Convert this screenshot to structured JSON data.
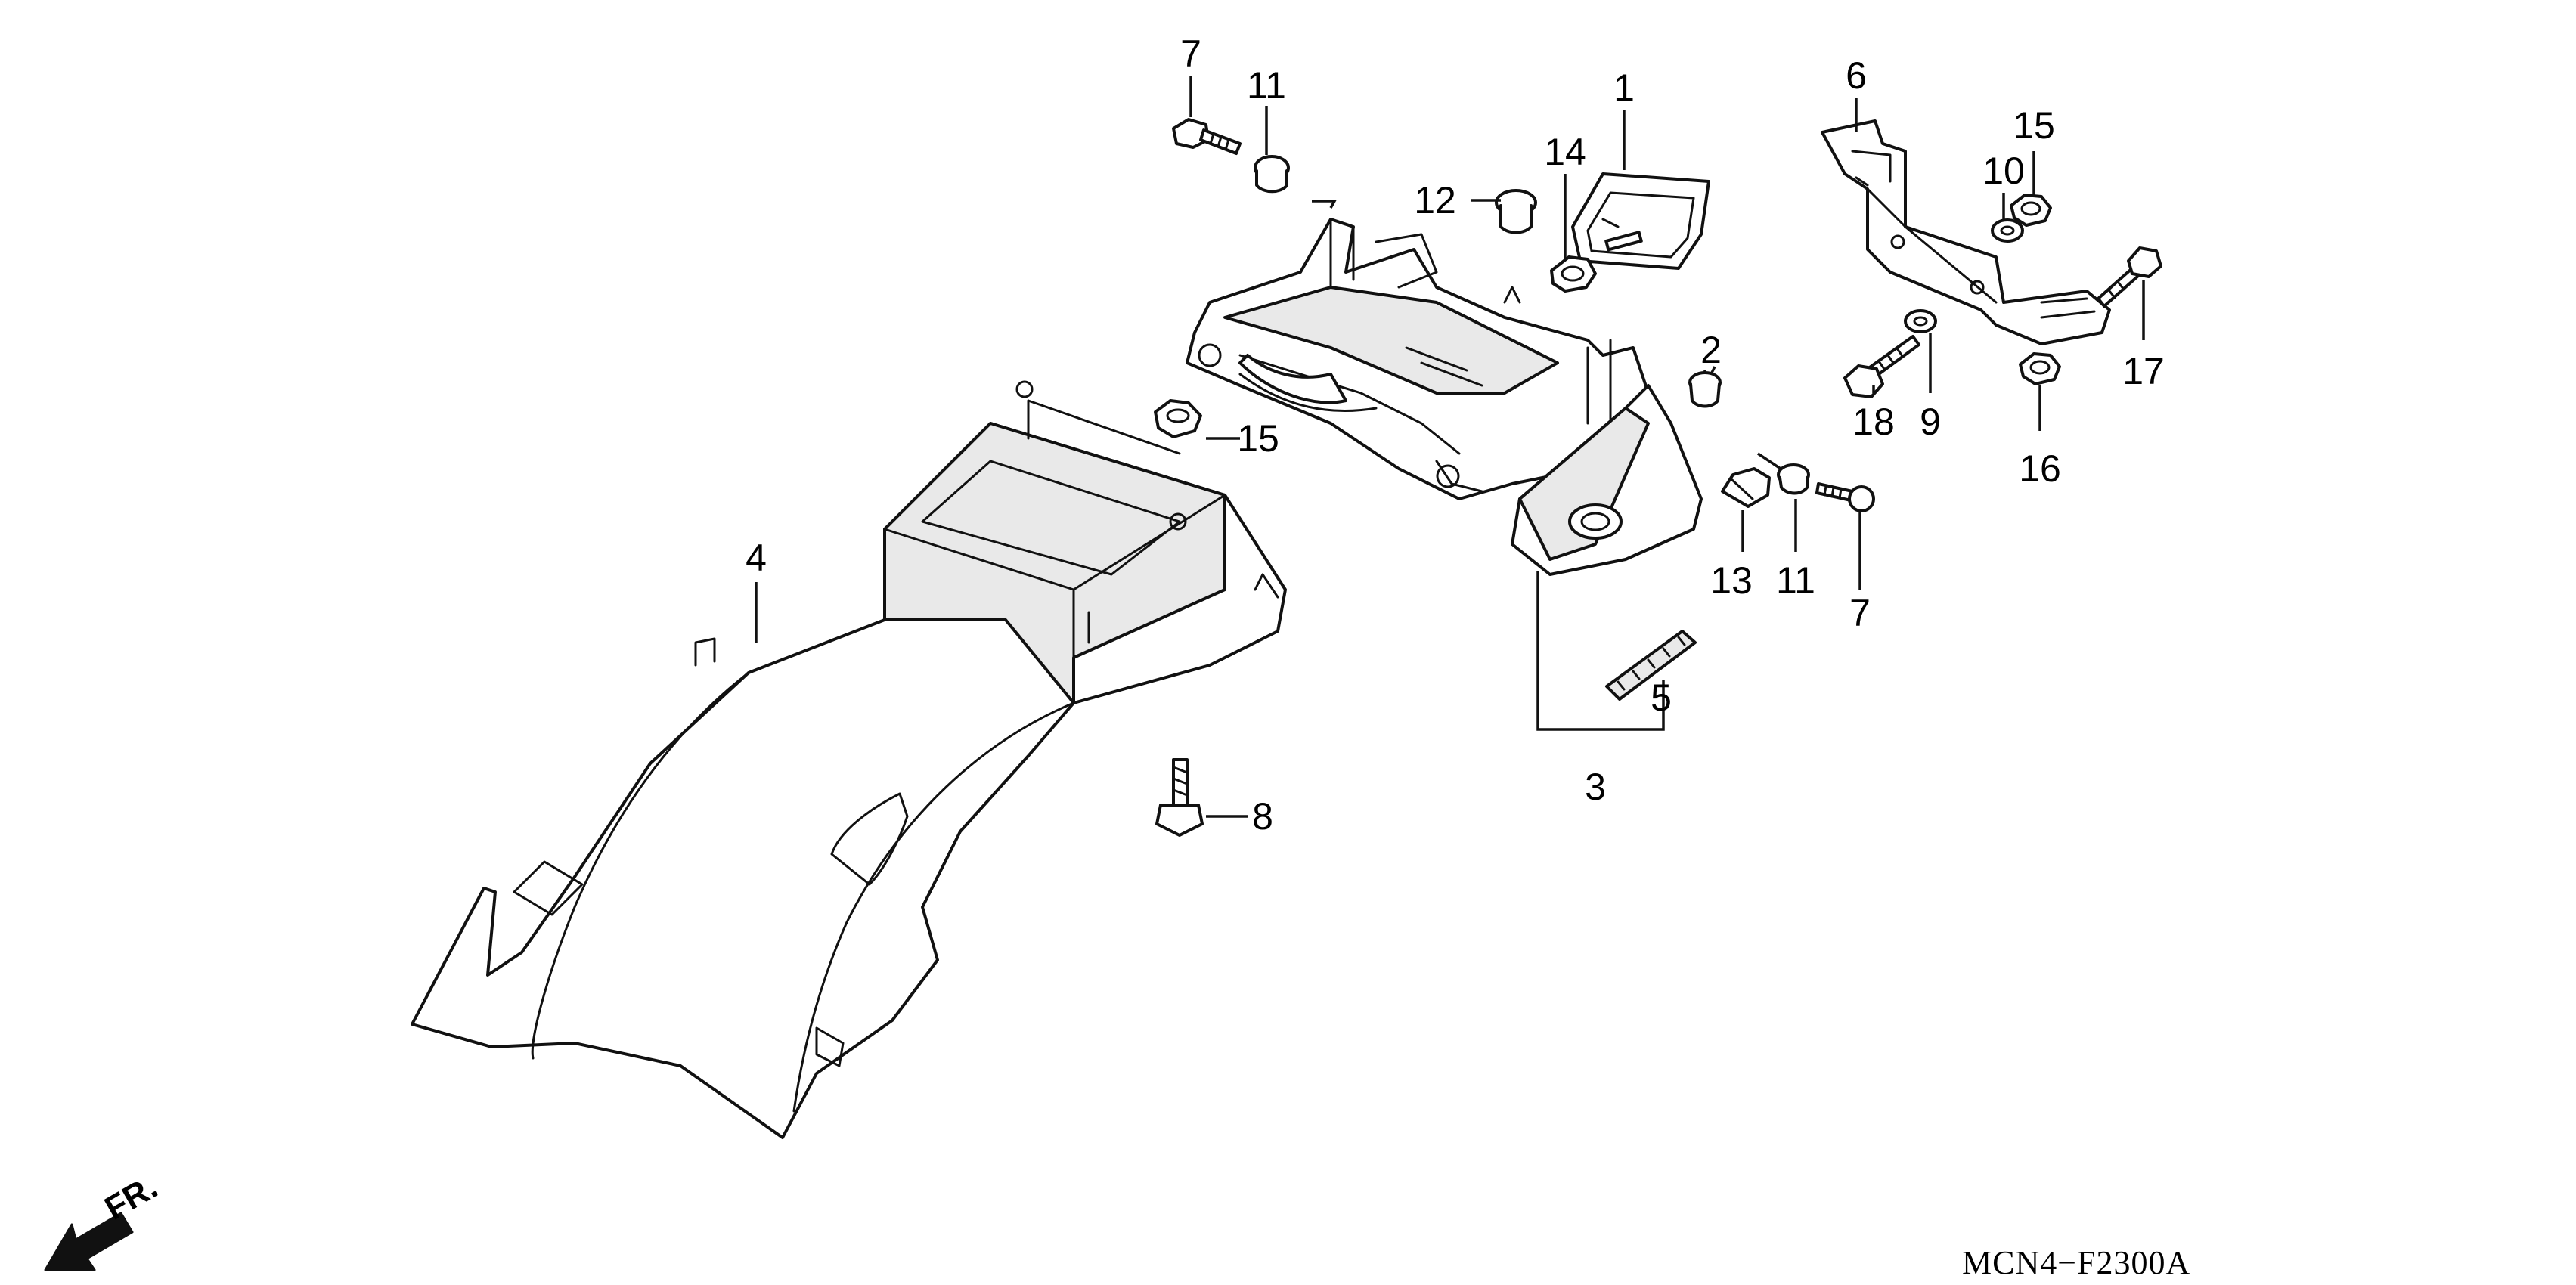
{
  "callouts": {
    "c1": "1",
    "c2": "2",
    "c3": "3",
    "c4": "4",
    "c5": "5",
    "c6": "6",
    "c7a": "7",
    "c7b": "7",
    "c8": "8",
    "c9": "9",
    "c10": "10",
    "c11a": "11",
    "c11b": "11",
    "c12": "12",
    "c13": "13",
    "c14": "14",
    "c15a": "15",
    "c15b": "15",
    "c16": "16",
    "c17": "17",
    "c18": "18"
  },
  "direction_label": "FR.",
  "diagram_code": "MCN4−F2300A"
}
